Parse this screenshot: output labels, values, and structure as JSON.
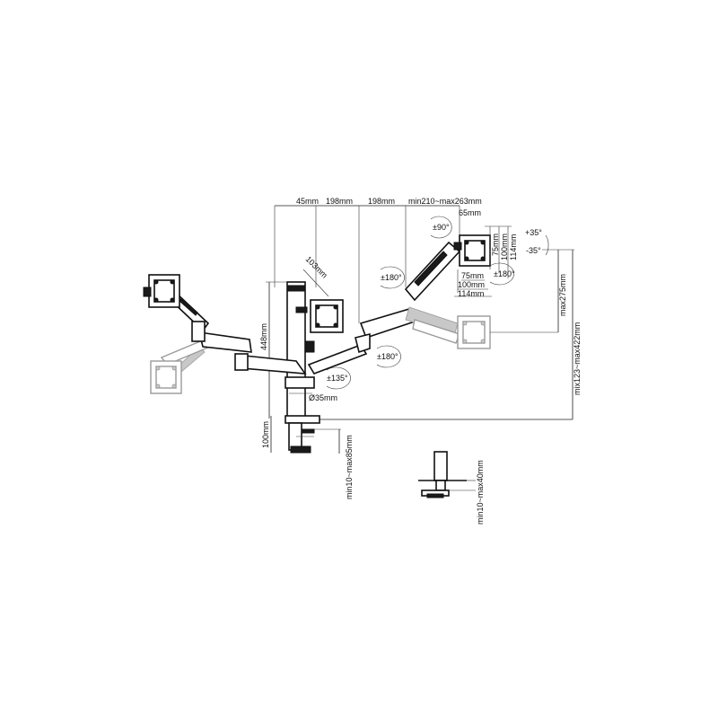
{
  "colors": {
    "line": "#111111",
    "ghost": "#9a9a9a",
    "background": "#ffffff"
  },
  "dimensions": {
    "d45": "45mm",
    "d198a": "198mm",
    "d198b": "198mm",
    "arm_range": "min210~max263mm",
    "d65": "65mm",
    "d103": "103mm",
    "pole_height": "448mm",
    "clamp_height": "100mm",
    "pole_diameter": "Ø35mm",
    "desk_clamp": "min10~max85mm",
    "grommet_clamp": "min10~max40mm",
    "height_adjust": "max275mm",
    "height_range": "mix123~max422mm"
  },
  "vesa": {
    "v75": "75mm",
    "v100": "100mm",
    "v114": "114mm",
    "h75": "75mm",
    "h100": "100mm",
    "h114": "114mm"
  },
  "rotations": {
    "swivel_top": "±90°",
    "rotate_left": "±180°",
    "rotate_arm": "±180°",
    "rotate_mid": "±180°",
    "rotate_base": "±135°",
    "tilt_up": "+35°",
    "tilt_down": "-35°"
  }
}
